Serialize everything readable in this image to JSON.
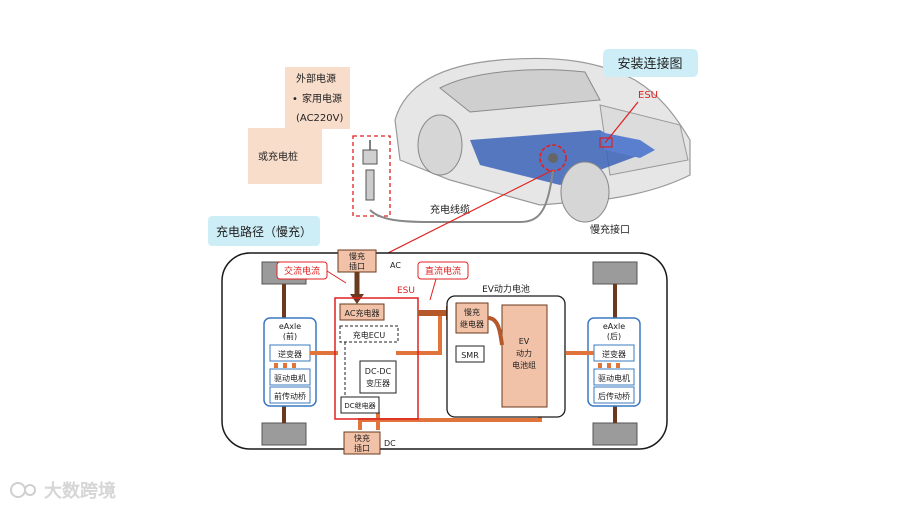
{
  "external_power": {
    "title": "外部电源",
    "bullet": "•",
    "item": "家用电源",
    "voltage": "(AC220V)",
    "alt": "或充电桩"
  },
  "install_diagram_label": "安装连接图",
  "esu_callout": "ESU",
  "charging_cable_label": "充电线缆",
  "slow_charge_port_label": "慢充接口",
  "charging_path_label": "充电路径（慢充）",
  "slow_charge_inlet": {
    "line1": "慢充",
    "line2": "插口",
    "tag": "AC"
  },
  "fast_charge_inlet": {
    "line1": "快充",
    "line2": "插口",
    "tag": "DC"
  },
  "ac_current_label": "交流电流",
  "dc_current_label": "直流电流",
  "esu_box_label": "ESU",
  "ac_charger": "AC充电器",
  "charge_ecu": "充电ECU",
  "dcdc": {
    "line1": "DC-DC",
    "line2": "变压器"
  },
  "dc_relay": "DC继电器",
  "ev_battery_group": "EV动力电池",
  "slow_relay": {
    "line1": "慢充",
    "line2": "继电器"
  },
  "smr": "SMR",
  "ev_pack": {
    "line1": "EV",
    "line2": "动力",
    "line3": "电池组"
  },
  "front_axle": {
    "title1": "eAxle",
    "title2": "(前)",
    "inverter": "逆变器",
    "motor": "驱动电机",
    "transaxle": "前传动桥"
  },
  "rear_axle": {
    "title1": "eAxle",
    "title2": "(后)",
    "inverter": "逆变器",
    "motor": "驱动电机",
    "transaxle": "后传动桥"
  },
  "watermark": "大数跨境",
  "colors": {
    "orange": "#E0743A",
    "red": "#E02020",
    "blue_border": "#3A78C2",
    "salmon": "#F2C2A8",
    "beige": "#F8DDCB",
    "cyan_label": "#CDEEF6",
    "dark_brown": "#6B3A1E"
  }
}
